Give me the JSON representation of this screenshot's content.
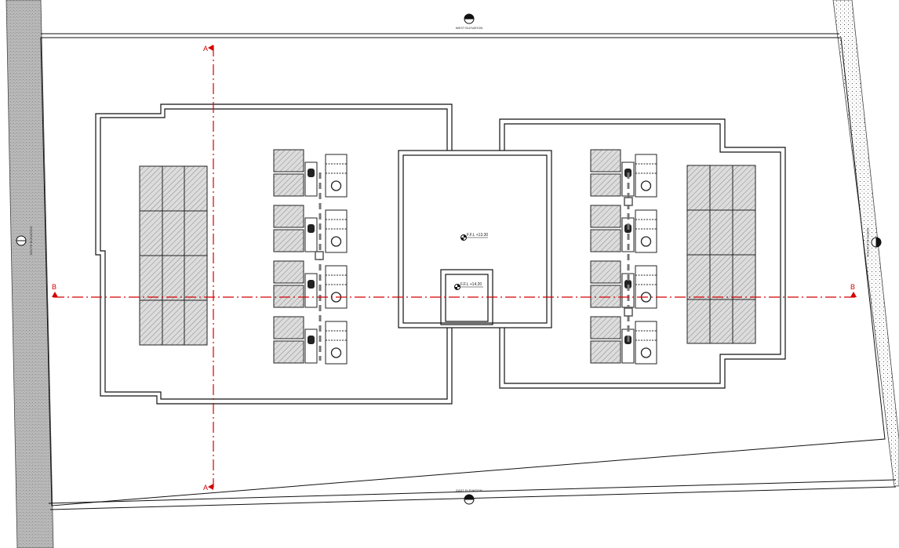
{
  "drawing": {
    "elevations": {
      "north": "WEST ELEVATION",
      "south": "EAST ELEVATION",
      "west": "SOUTH ELEVATION",
      "east": "NORTH ELEVATION"
    },
    "sections": {
      "a_top": "A",
      "a_bottom": "A",
      "b_left": "B",
      "b_right": "B"
    },
    "levels": {
      "core_upper": "F.F.L +13.30",
      "core_lower": "F.F.L +14.20"
    },
    "colors": {
      "line": "#111111",
      "section_line": "#d40000",
      "road_fill": "#b5b5b5",
      "hatch": "#9a9a9a"
    }
  }
}
